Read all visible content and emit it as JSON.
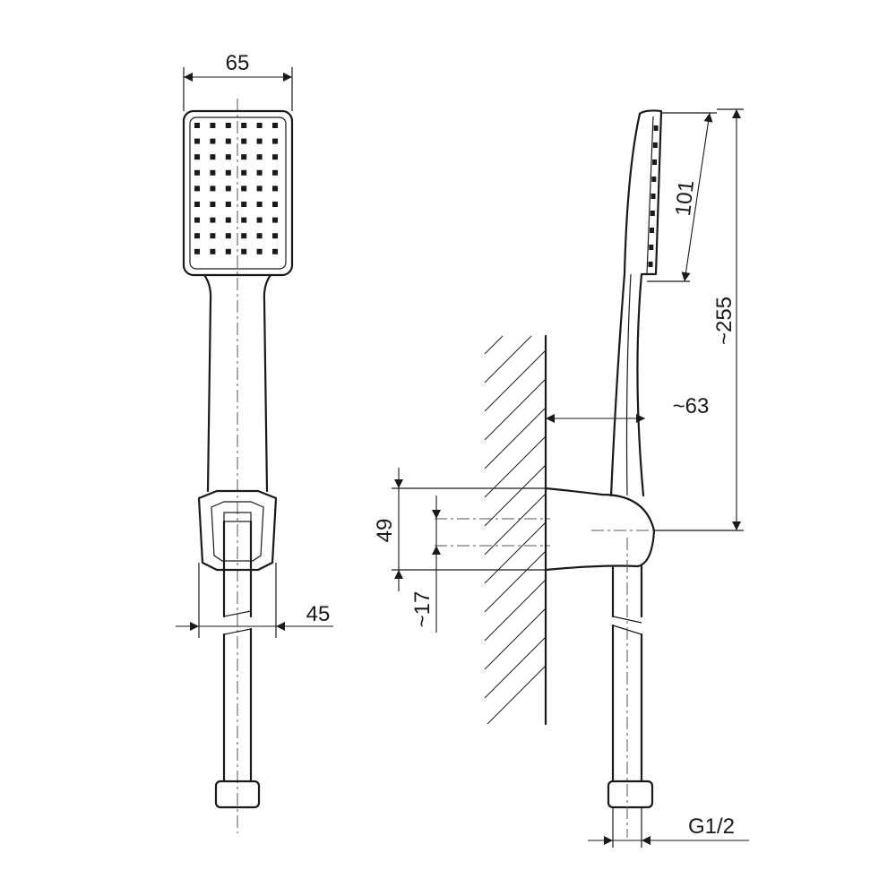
{
  "dimensions": {
    "front_head_width": "65",
    "front_holder_width": "45",
    "side_spray_face": "101",
    "side_total_length": "~255",
    "side_projection": "~63",
    "side_holder_height": "49",
    "side_holder_offset": "~17",
    "thread": "G1/2"
  }
}
